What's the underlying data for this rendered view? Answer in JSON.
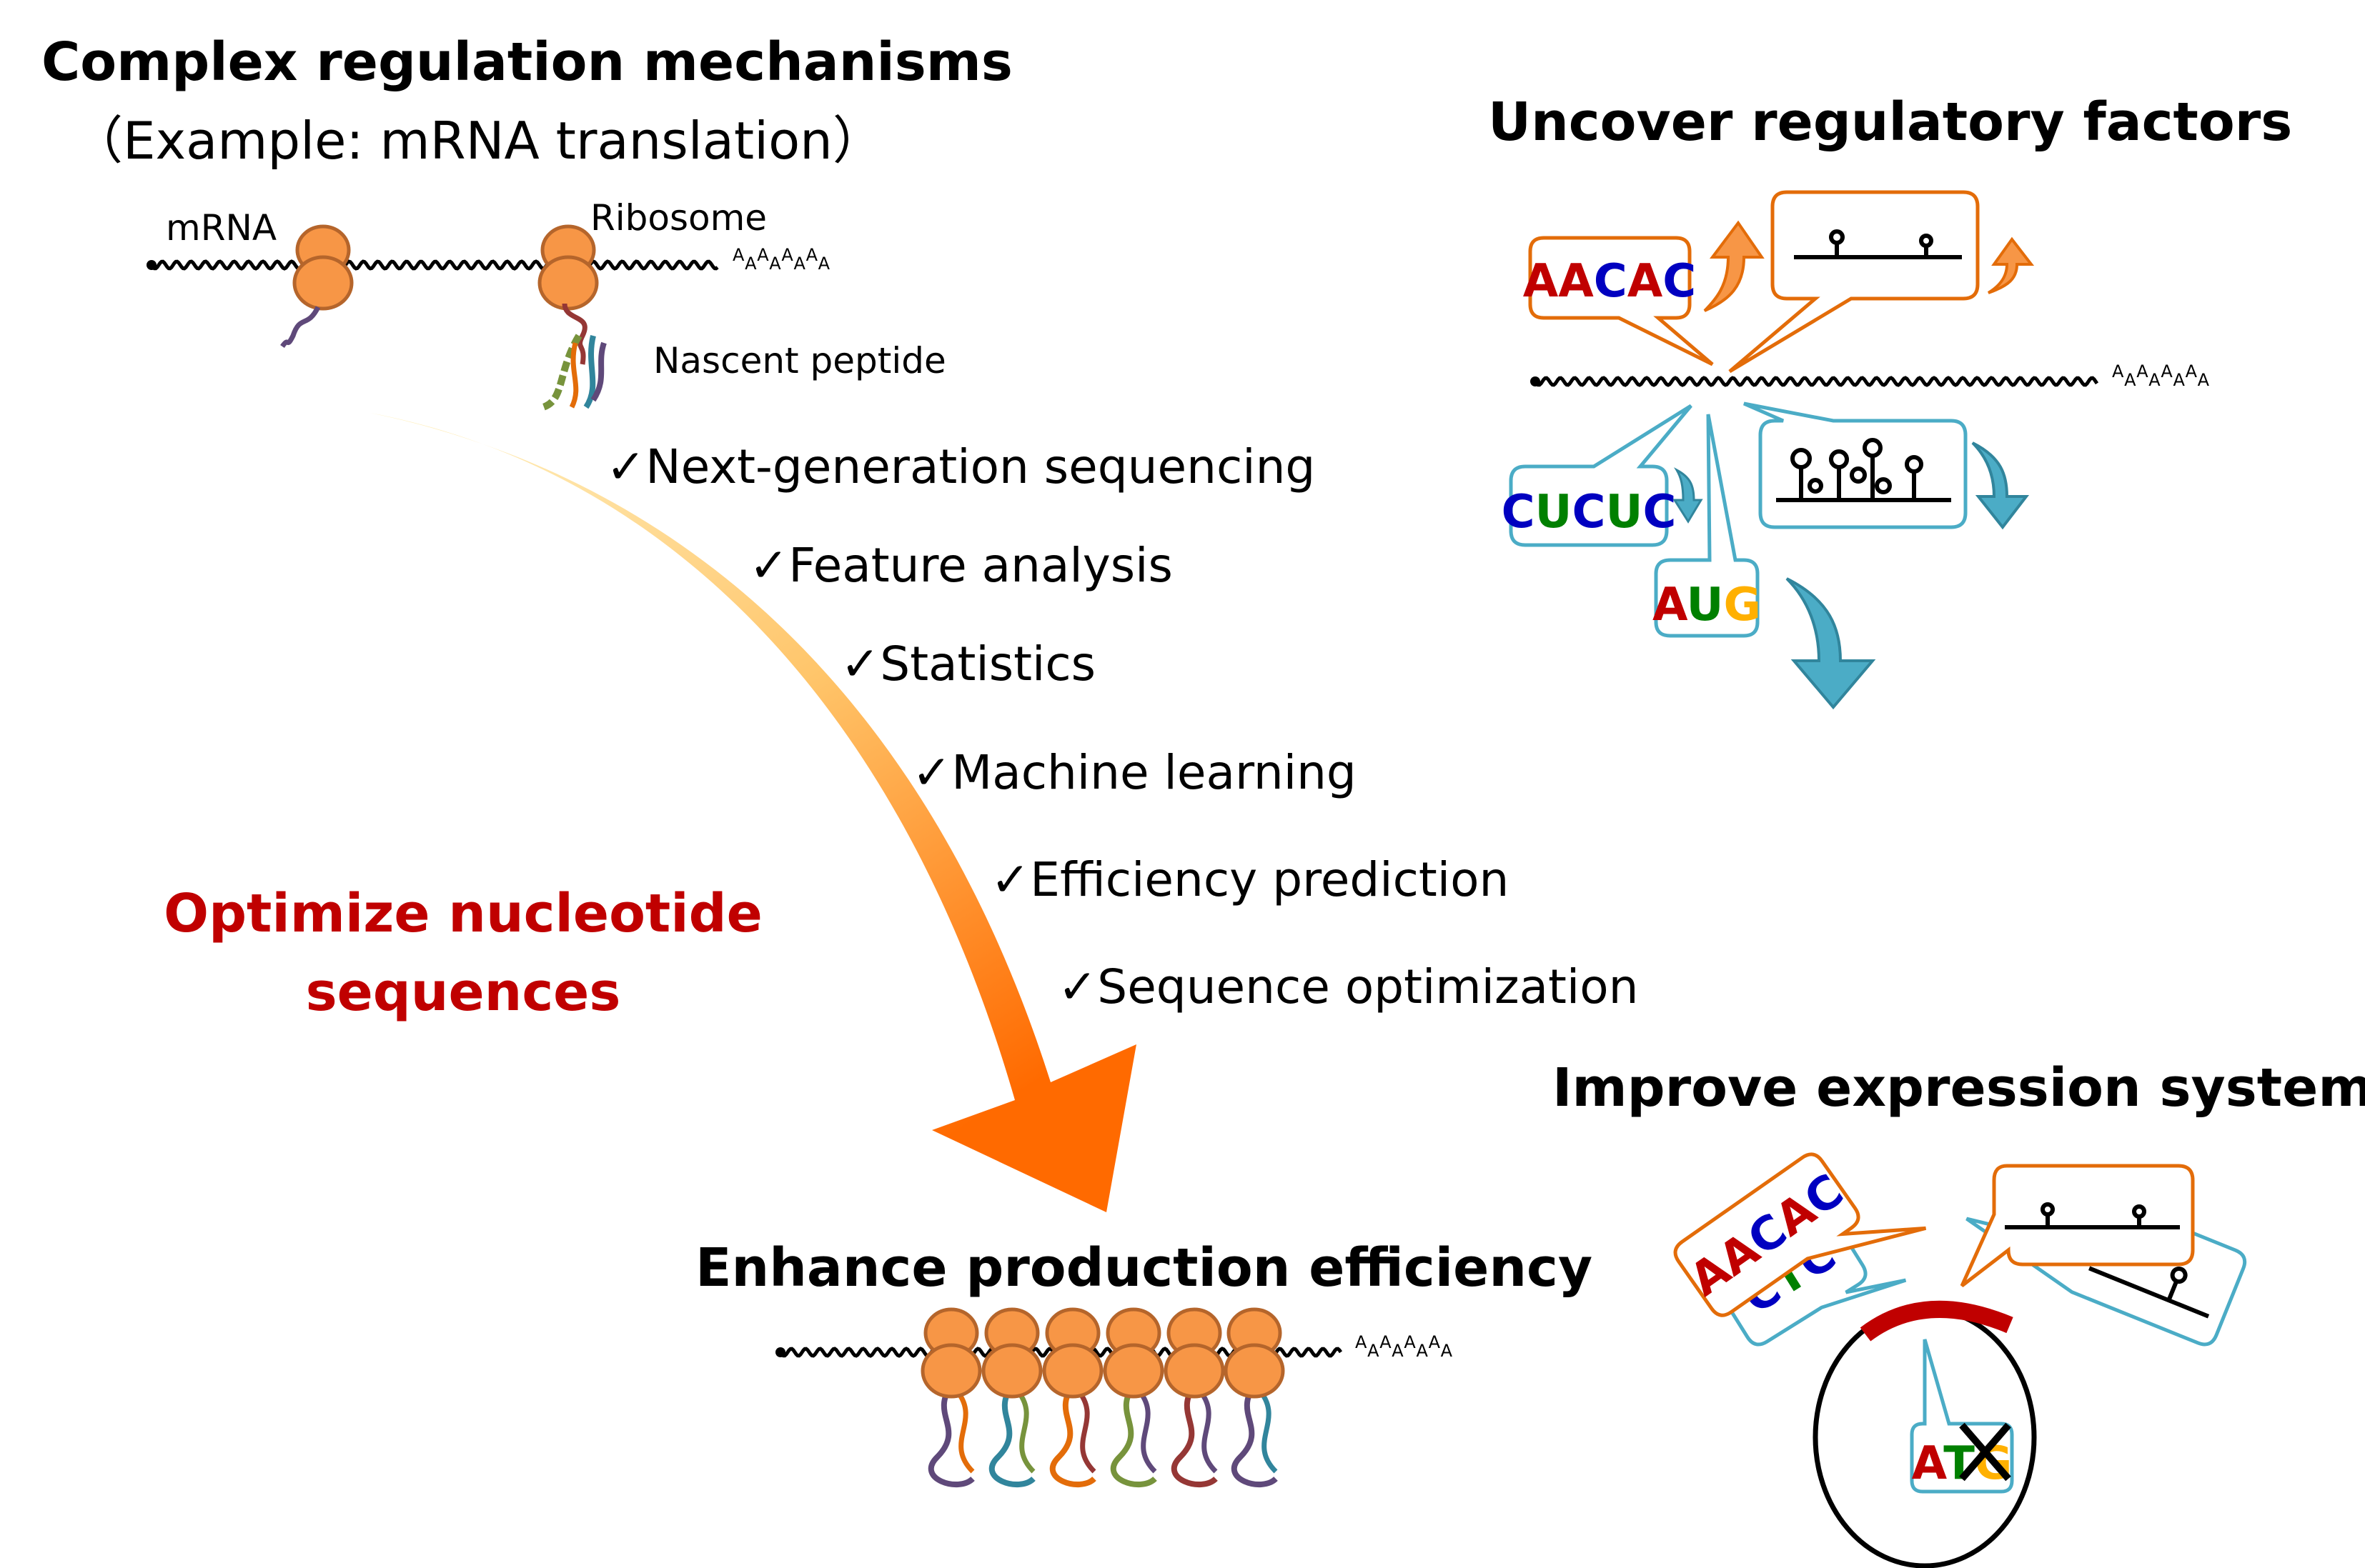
{
  "left": {
    "title": "Complex regulation mechanisms",
    "subtitle": "（Example: mRNA translation）",
    "mrna_label": "mRNA",
    "ribosome_label": "Ribosome",
    "peptide_label": "Nascent peptide",
    "polya": "AAAAAAAA"
  },
  "checklist": [
    "✓Next-generation sequencing",
    "✓Feature analysis",
    "✓Statistics",
    "✓Machine learning",
    "✓Efficiency prediction",
    "✓Sequence optimization"
  ],
  "optimize": {
    "line1": "Optimize nucleotide",
    "line2": "sequences",
    "color": "#c00000"
  },
  "bottom": {
    "title": "Enhance production efficiency"
  },
  "uncover": {
    "title": "Uncover regulatory factors",
    "motif_up": [
      "A",
      "A",
      "C",
      "A",
      "C"
    ],
    "motif_down": [
      "C",
      "U",
      "C",
      "U",
      "C"
    ],
    "start_codon": [
      "A",
      "U",
      "G"
    ]
  },
  "improve": {
    "title": "Improve expression systems",
    "motif_front": [
      "A",
      "A",
      "C",
      "A",
      "C"
    ],
    "motif_back": [
      "C",
      "T",
      "C"
    ],
    "codon": [
      "A",
      "T",
      "G"
    ]
  },
  "colors": {
    "A": "#c00000",
    "C": "#0000c0",
    "G": "#ffb000",
    "U": "#008000",
    "T": "#008000",
    "up": "#e36c09",
    "down": "#4bacc6",
    "ribosome": "#f79646"
  }
}
